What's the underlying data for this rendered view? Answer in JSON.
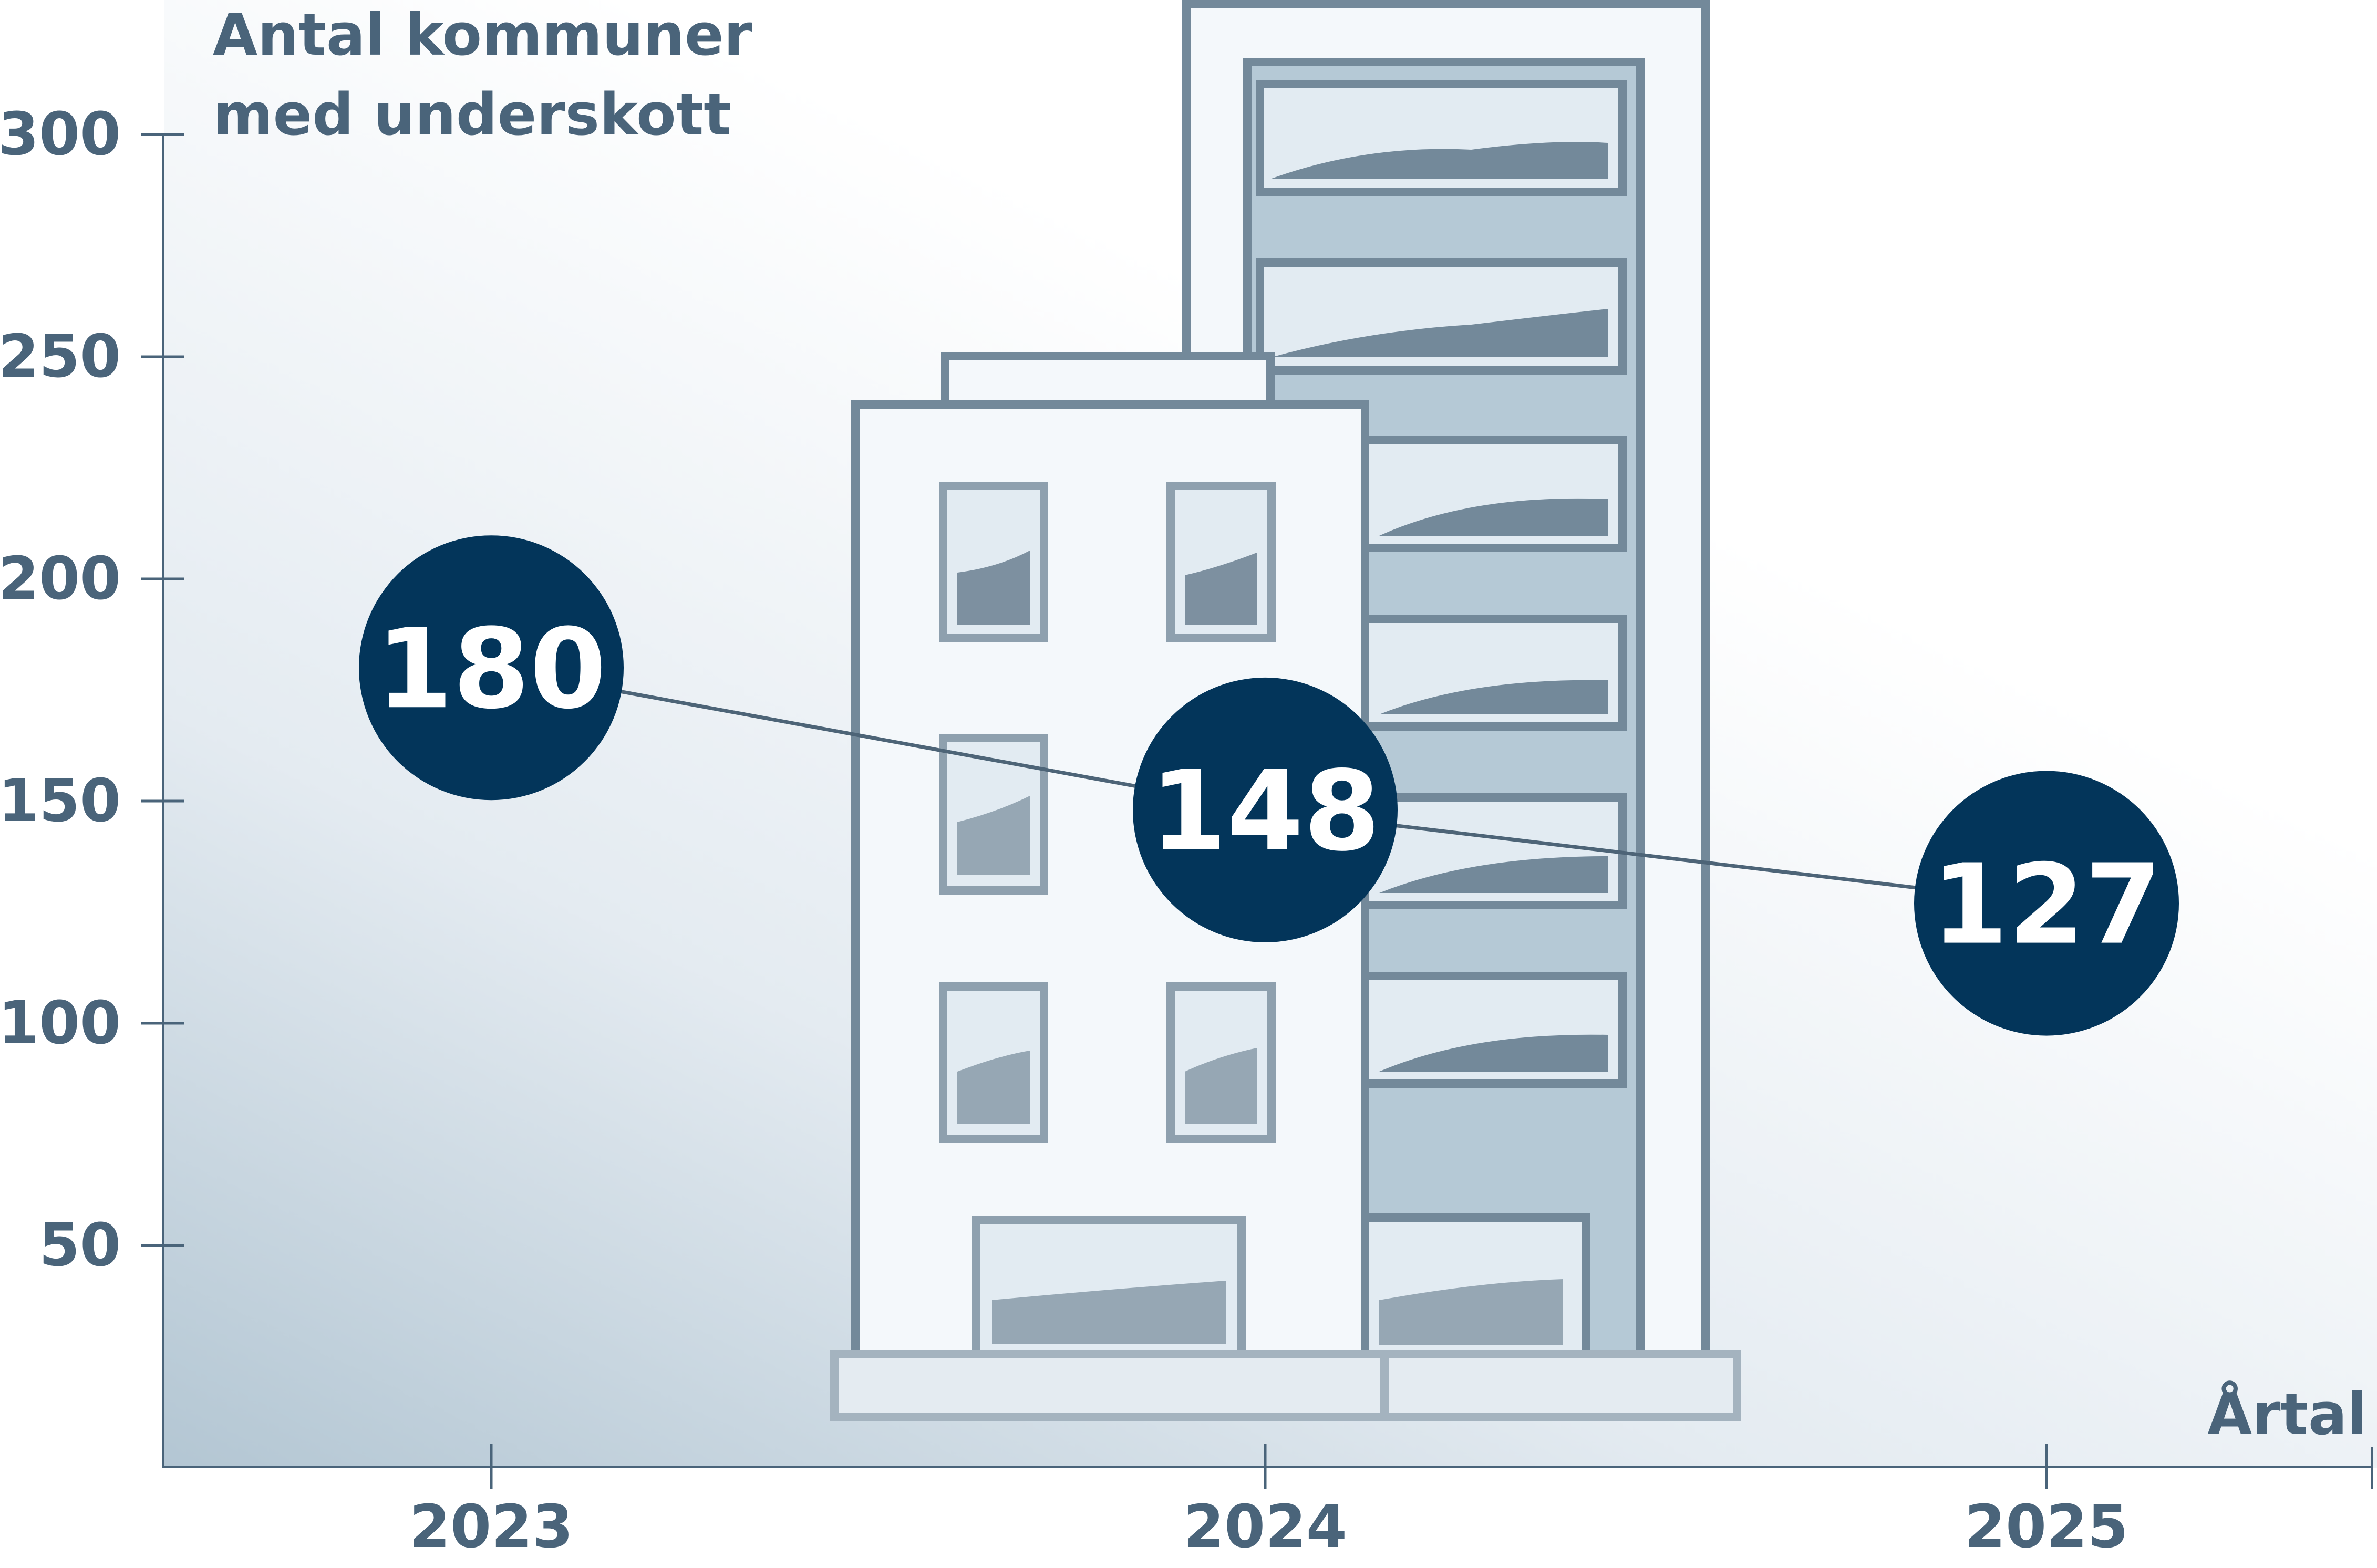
{
  "chart_data": {
    "type": "line",
    "ylabel_lines": [
      "Antal kommuner",
      "med underskott"
    ],
    "xlabel": "Årtal",
    "x": [
      "2023",
      "2024",
      "2025"
    ],
    "series": [
      {
        "values": [
          180,
          148,
          127
        ]
      }
    ],
    "y_ticks": [
      50,
      100,
      150,
      200,
      250,
      300
    ],
    "ylim": [
      0,
      300
    ],
    "grid": false,
    "colors": {
      "line": "#4d6477",
      "bubble": "#03355a",
      "axis": "#4a647a",
      "building_stroke": "#73899a"
    }
  }
}
